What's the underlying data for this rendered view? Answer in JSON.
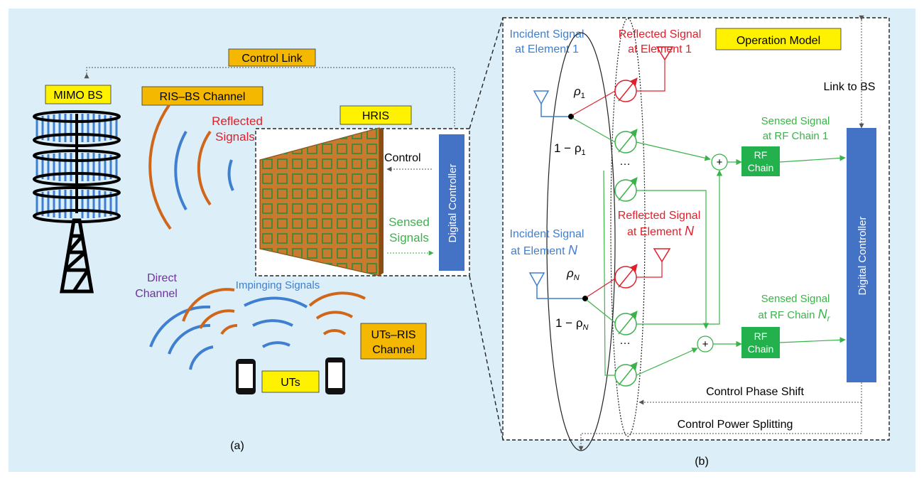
{
  "colors": {
    "background": "#dceef8",
    "label_fill": "#f5b800",
    "label_fill_yellow": "#fff200",
    "controller": "#4472c4",
    "rf_chain": "#22b14c",
    "red": "#e0202a",
    "blue": "#3f7fd0",
    "orange": "#d0661a",
    "green": "#3bb34a",
    "purple": "#7030a0",
    "ris_panel": "#c97a2e"
  },
  "panel_a": {
    "control_link": "Control Link",
    "mimo_bs": "MIMO BS",
    "ris_bs_channel": "RIS–BS Channel",
    "reflected_signals": [
      "Reflected",
      "Signals"
    ],
    "hris": "HRIS",
    "control": "Control",
    "sensed_signals": [
      "Sensed",
      "Signals"
    ],
    "digital_controller": "Digital Controller",
    "direct_channel": [
      "Direct",
      "Channel"
    ],
    "impinging_signals": "Impinging Signals",
    "uts_ris_channel": [
      "UTs–RIS",
      "Channel"
    ],
    "uts": "UTs",
    "caption": "(a)",
    "icons": [
      "bs-tower-icon",
      "ris-panel-icon",
      "phone-icon"
    ]
  },
  "panel_b": {
    "operation_model": "Operation Model",
    "incident_signal_1": [
      "Incident Signal",
      "at Element 1"
    ],
    "reflected_signal_1": [
      "Reflected Signal",
      "at Element 1"
    ],
    "link_to_bs": "Link to BS",
    "rho_1": "ρ",
    "rho_1_sub": "1",
    "one_minus_rho_1": "1 − ρ",
    "one_minus_rho_1_sub": "1",
    "sensed_signal_1": [
      "Sensed Signal",
      "at RF Chain 1"
    ],
    "rf_chain": [
      "RF",
      "Chain"
    ],
    "reflected_signal_n_line1": "Reflected Signal",
    "reflected_signal_n_line2": "at Element ",
    "element_n": "N",
    "incident_signal_n_line1": "Incident Signal",
    "incident_signal_n_line2": "at Element ",
    "rho_n": "ρ",
    "rho_n_sub": "N",
    "one_minus_rho_n": "1 − ρ",
    "one_minus_rho_n_sub": "N",
    "sensed_signal_nr_line1": "Sensed Signal",
    "sensed_signal_nr_line2": "at RF Chain ",
    "rf_chain_nr": "N",
    "rf_chain_nr_sub": "r",
    "digital_controller": "Digital Controller",
    "control_phase_shift": "Control Phase Shift",
    "control_power_splitting": "Control Power Splitting",
    "ellipsis": "…",
    "plus": "+",
    "caption": "(b)",
    "icons": [
      "antenna-icon",
      "phase-shifter-icon",
      "combiner-icon"
    ]
  }
}
